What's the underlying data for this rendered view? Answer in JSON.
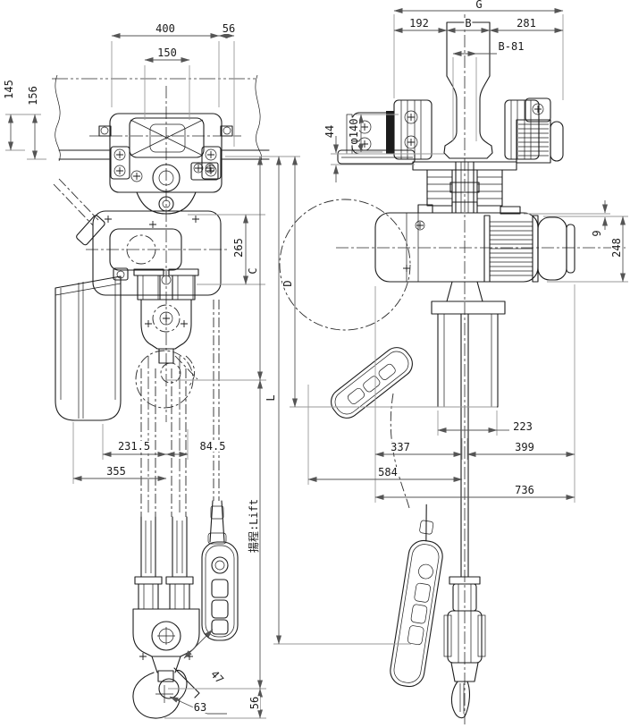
{
  "dims": {
    "d400": "400",
    "d56_top": "56",
    "d150": "150",
    "d145": "145",
    "d156": "156",
    "d265": "265",
    "dC": "C",
    "dD": "D",
    "dL": "L",
    "dLift": "揚程:Lift",
    "d56_bottom": "56",
    "d231_5": "231.5",
    "d84_5": "84.5",
    "d355": "355",
    "d47": "47",
    "d63": "63",
    "dG": "G",
    "d192": "192",
    "dB": "B",
    "d281": "281",
    "dB81": "B-81",
    "dPhi140": "φ140",
    "d44": "44",
    "d9": "9",
    "d248": "248",
    "d223": "223",
    "d337": "337",
    "d399": "399",
    "d584": "584",
    "d736": "736"
  },
  "colors": {
    "geometry": "#1c1c1c",
    "dimension_lines": "#555555",
    "extension_lines": "#999999",
    "background": "#ffffff"
  }
}
